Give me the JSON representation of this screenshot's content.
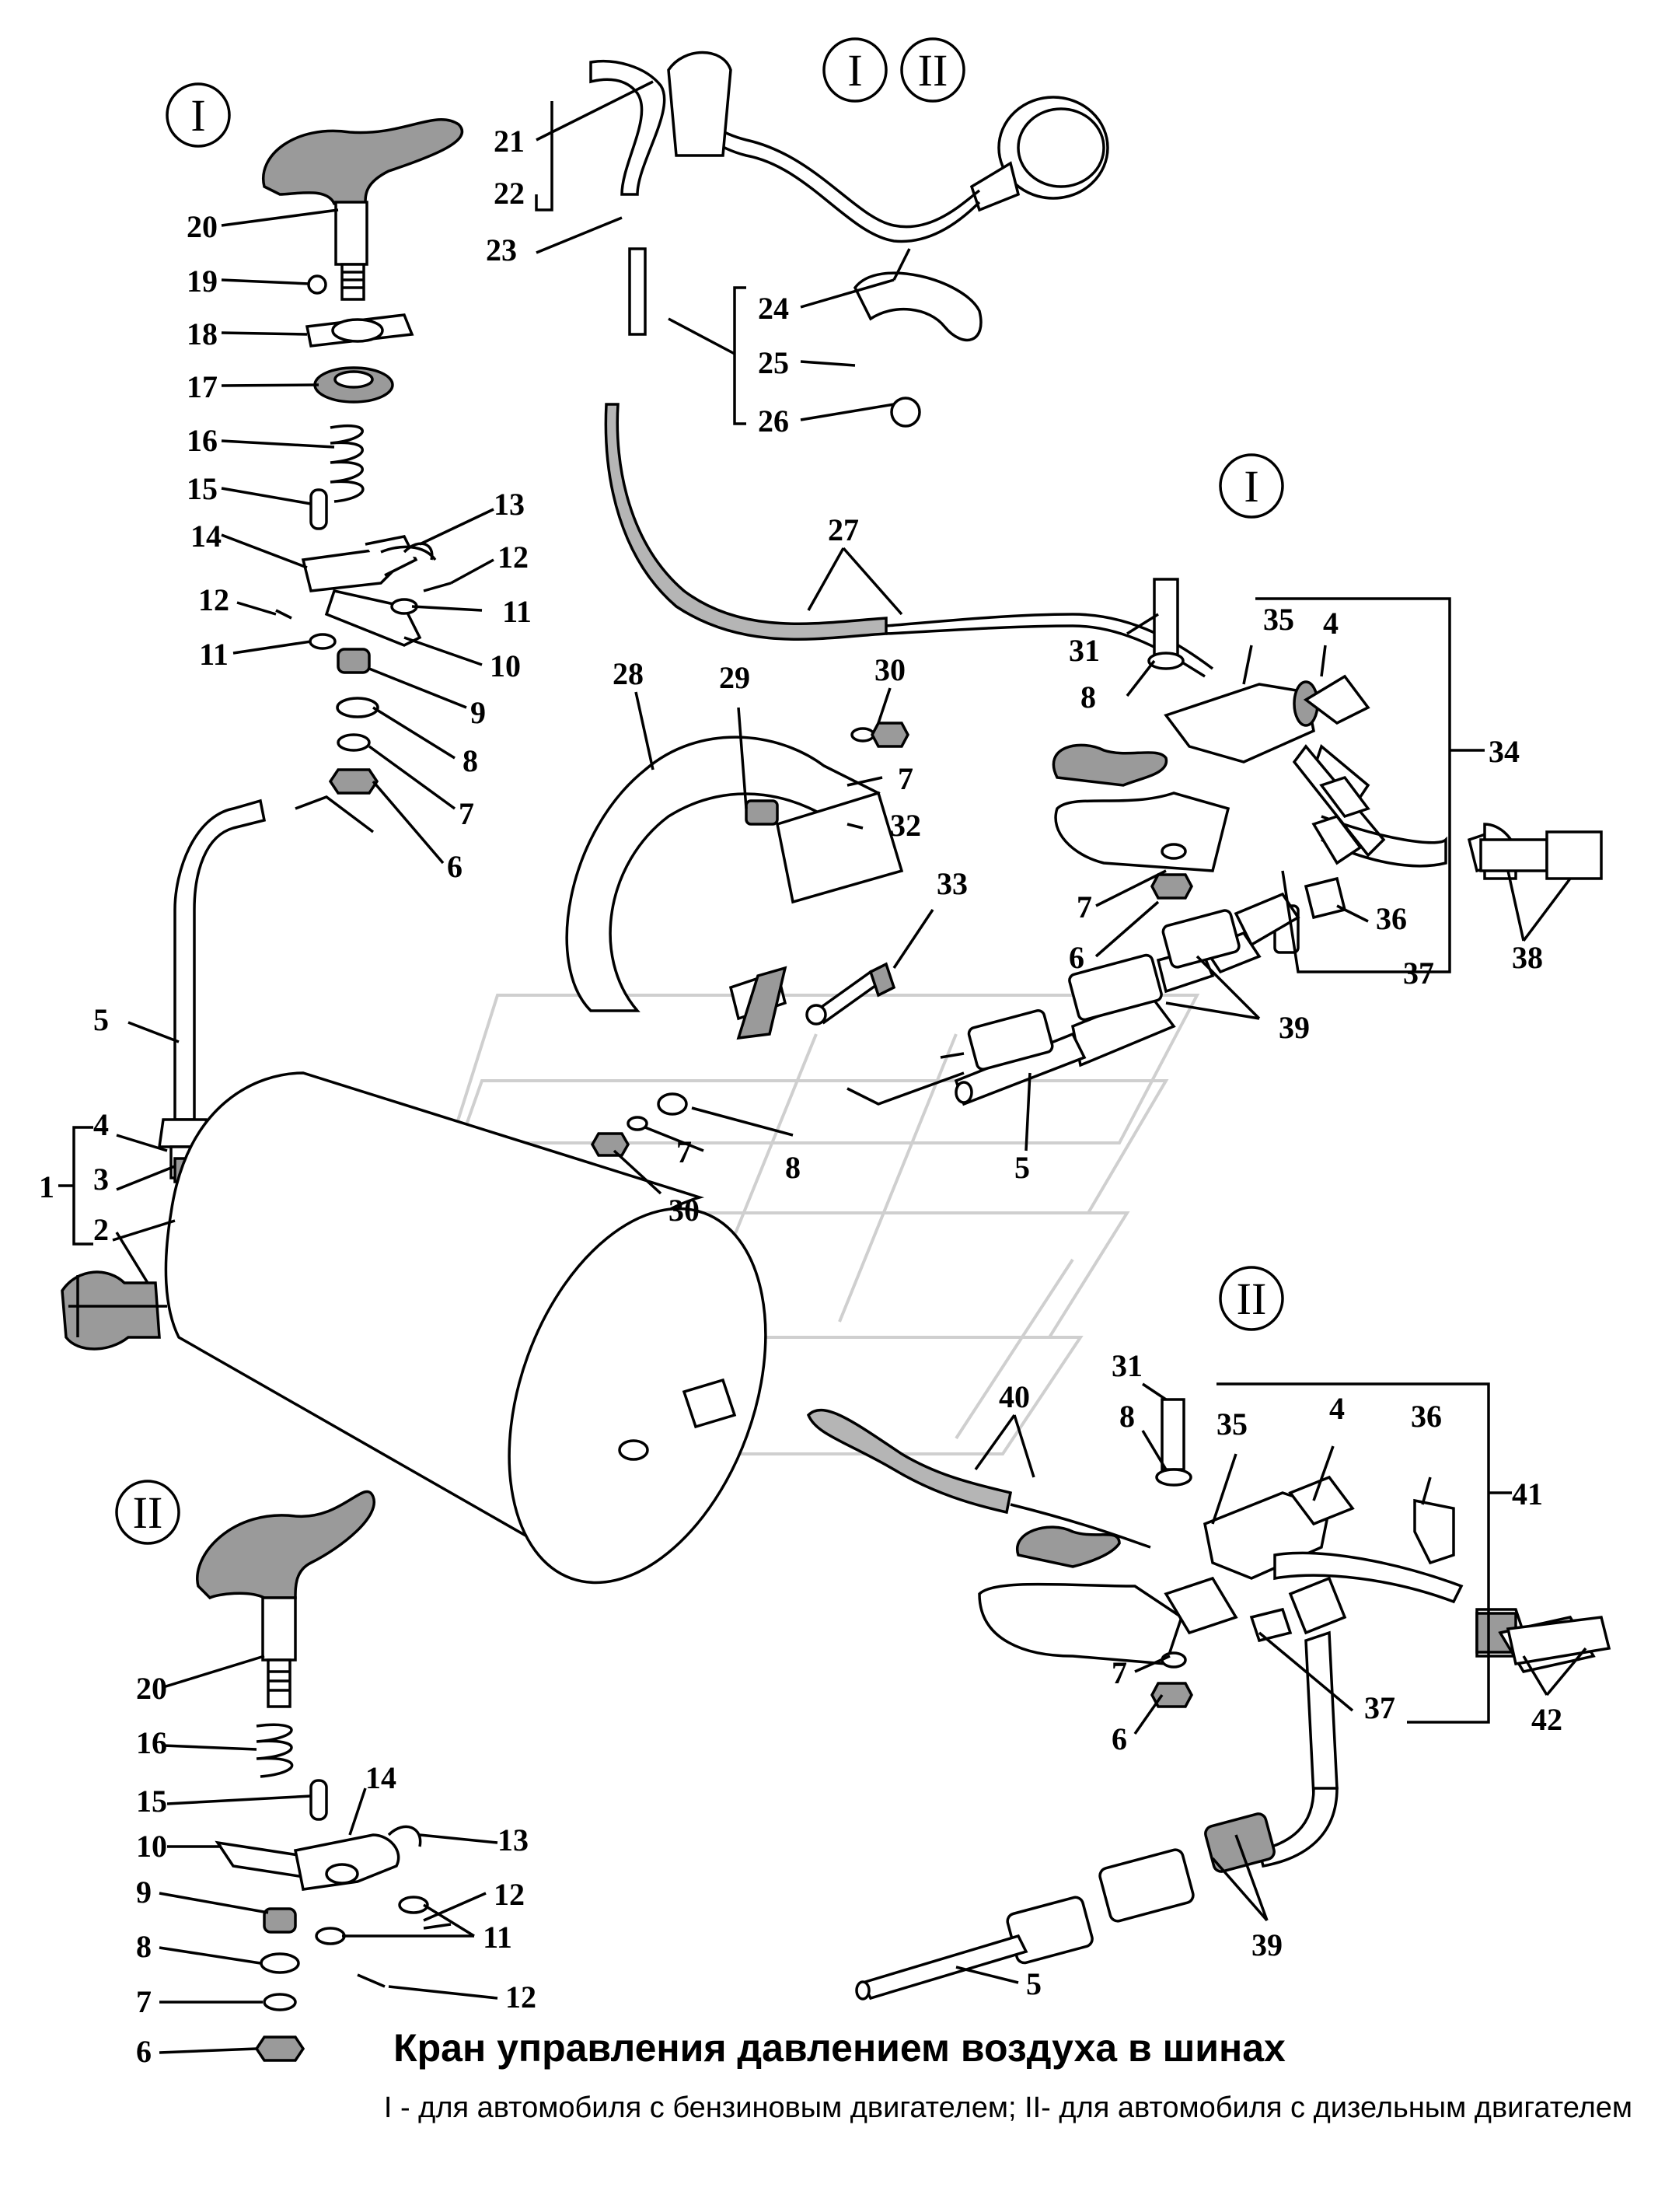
{
  "caption": {
    "title": "Кран управления давлением воздуха в шинах",
    "subtitle": "I - для автомобиля с бензиновым двигателем; II- для автомобиля с дизельным двигателем"
  },
  "variants": {
    "I": "I",
    "II": "II"
  },
  "callouts": [
    {
      "id": "c20a",
      "text": "20"
    },
    {
      "id": "c19",
      "text": "19"
    },
    {
      "id": "c18",
      "text": "18"
    },
    {
      "id": "c17",
      "text": "17"
    },
    {
      "id": "c16a",
      "text": "16"
    },
    {
      "id": "c15a",
      "text": "15"
    },
    {
      "id": "c14a",
      "text": "14"
    },
    {
      "id": "c13a",
      "text": "13"
    },
    {
      "id": "c12a",
      "text": "12"
    },
    {
      "id": "c12b",
      "text": "12"
    },
    {
      "id": "c11a",
      "text": "11"
    },
    {
      "id": "c11b",
      "text": "11"
    },
    {
      "id": "c10a",
      "text": "10"
    },
    {
      "id": "c9a",
      "text": "9"
    },
    {
      "id": "c8a",
      "text": "8"
    },
    {
      "id": "c7a",
      "text": "7"
    },
    {
      "id": "c6a",
      "text": "6"
    },
    {
      "id": "c21",
      "text": "21"
    },
    {
      "id": "c22",
      "text": "22"
    },
    {
      "id": "c23",
      "text": "23"
    },
    {
      "id": "c24",
      "text": "24"
    },
    {
      "id": "c25",
      "text": "25"
    },
    {
      "id": "c26",
      "text": "26"
    },
    {
      "id": "c27",
      "text": "27"
    },
    {
      "id": "c28",
      "text": "28"
    },
    {
      "id": "c29",
      "text": "29"
    },
    {
      "id": "c30a",
      "text": "30"
    },
    {
      "id": "c30b",
      "text": "30"
    },
    {
      "id": "c32",
      "text": "32"
    },
    {
      "id": "c33",
      "text": "33"
    },
    {
      "id": "c7b",
      "text": "7"
    },
    {
      "id": "c7c",
      "text": "7"
    },
    {
      "id": "c8b",
      "text": "8"
    },
    {
      "id": "c5a",
      "text": "5"
    },
    {
      "id": "c4a",
      "text": "4"
    },
    {
      "id": "c3",
      "text": "3"
    },
    {
      "id": "c1",
      "text": "1"
    },
    {
      "id": "c2",
      "text": "2"
    },
    {
      "id": "c31a",
      "text": "31"
    },
    {
      "id": "c8c",
      "text": "8"
    },
    {
      "id": "c35a",
      "text": "35"
    },
    {
      "id": "c4b",
      "text": "4"
    },
    {
      "id": "c34",
      "text": "34"
    },
    {
      "id": "c7d",
      "text": "7"
    },
    {
      "id": "c6b",
      "text": "6"
    },
    {
      "id": "c36a",
      "text": "36"
    },
    {
      "id": "c37a",
      "text": "37"
    },
    {
      "id": "c38",
      "text": "38"
    },
    {
      "id": "c39a",
      "text": "39"
    },
    {
      "id": "c5b",
      "text": "5"
    },
    {
      "id": "c31b",
      "text": "31"
    },
    {
      "id": "c8d",
      "text": "8"
    },
    {
      "id": "c35b",
      "text": "35"
    },
    {
      "id": "c4c",
      "text": "4"
    },
    {
      "id": "c36b",
      "text": "36"
    },
    {
      "id": "c41",
      "text": "41"
    },
    {
      "id": "c40",
      "text": "40"
    },
    {
      "id": "c7e",
      "text": "7"
    },
    {
      "id": "c6c",
      "text": "6"
    },
    {
      "id": "c37b",
      "text": "37"
    },
    {
      "id": "c42",
      "text": "42"
    },
    {
      "id": "c39b",
      "text": "39"
    },
    {
      "id": "c5c",
      "text": "5"
    },
    {
      "id": "c20b",
      "text": "20"
    },
    {
      "id": "c16b",
      "text": "16"
    },
    {
      "id": "c15b",
      "text": "15"
    },
    {
      "id": "c14b",
      "text": "14"
    },
    {
      "id": "c10b",
      "text": "10"
    },
    {
      "id": "c13b",
      "text": "13"
    },
    {
      "id": "c12c",
      "text": "12"
    },
    {
      "id": "c9b",
      "text": "9"
    },
    {
      "id": "c11c",
      "text": "11"
    },
    {
      "id": "c8e",
      "text": "8"
    },
    {
      "id": "c12d",
      "text": "12"
    },
    {
      "id": "c7f",
      "text": "7"
    },
    {
      "id": "c6d",
      "text": "6"
    }
  ]
}
